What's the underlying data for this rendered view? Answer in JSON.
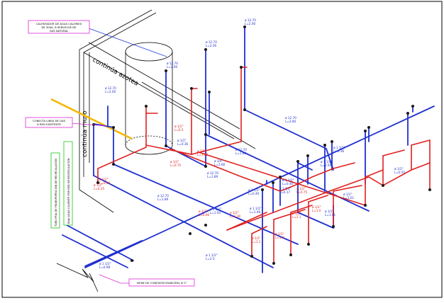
{
  "labels": {
    "heater": [
      "CALENTADOR DE AGUA CALORIEX",
      "DE 300lt, 8 SERVICIOS DE",
      "GAS NATURAL"
    ],
    "gas": [
      "CONECTA LINEA DE GAS",
      "A RED EXISTENTE"
    ],
    "main": "VIENE DE CONEXIÓN MUNICIPAL Ø 2\"",
    "roof": "continúa azotea",
    "wall": "continúa muro",
    "vertical_1": "TUBO FRIA DE TRANSPORTACIÓN DE RECIRCULACIÓN",
    "vertical_2": "BAJA AGUA CALIENTE POR RED DE RECIRCULACIÓN"
  },
  "pipe_tags": [
    {
      "d": "ø 12.70",
      "l": "L=2.00",
      "c": "blue"
    },
    {
      "d": "ø 12.70",
      "l": "L=2.00",
      "c": "blue"
    },
    {
      "d": "ø 12.70",
      "l": "L=2.00",
      "c": "blue"
    },
    {
      "d": "ø 12.70",
      "l": "L=2.00",
      "c": "blue"
    },
    {
      "d": "ø 12.70",
      "l": "L=2.80",
      "c": "blue"
    },
    {
      "d": "ø 12.70",
      "l": "L=1.89",
      "c": "blue"
    },
    {
      "d": "ø 12.70",
      "l": "L=1.89",
      "c": "blue"
    },
    {
      "d": "ø 12.70",
      "l": "L=1.89",
      "c": "blue"
    },
    {
      "d": "ø 3/4\"",
      "l": "L=2.66",
      "c": "blue"
    },
    {
      "d": "ø 1/2\"",
      "l": "L=0.25",
      "c": "red"
    },
    {
      "d": "ø 1/2\"",
      "l": "L=0.75",
      "c": "red"
    },
    {
      "d": "ø 1/2\"",
      "l": "L=1.09",
      "c": "red"
    },
    {
      "d": "ø 1/2\"",
      "l": "L=0.36",
      "c": "red"
    },
    {
      "d": "ø 1/2\"",
      "l": "L=0.5",
      "c": "red"
    },
    {
      "d": "ø 1/2\"",
      "l": "L=0.36",
      "c": "blue"
    },
    {
      "d": "ø 1/2\"",
      "l": "L=0.75",
      "c": "red"
    },
    {
      "d": "ø 1/2\"",
      "l": "L=1.1",
      "c": "red"
    },
    {
      "d": "ø 1/2\"",
      "l": "L=1.0",
      "c": "red"
    },
    {
      "d": "ø 1/2\"",
      "l": "L=1.30",
      "c": "red"
    },
    {
      "d": "ø 1/2\"",
      "l": "L=0.60",
      "c": "red"
    },
    {
      "d": "ø 1/2\"",
      "l": "L=1.1",
      "c": "red"
    },
    {
      "d": "ø 1/2\"",
      "l": "L=1.0",
      "c": "red"
    },
    {
      "d": "ø 1/2\"",
      "l": "L=1.01",
      "c": "blue"
    },
    {
      "d": "ø 1/2\"",
      "l": "L=1.61",
      "c": "blue"
    },
    {
      "d": "ø 1/2\"",
      "l": "L=0.55",
      "c": "blue"
    },
    {
      "d": "ø 1 1/2\"",
      "l": "L=0.36",
      "c": "blue"
    },
    {
      "d": "ø 1 1/2\"",
      "l": "L=0.59",
      "c": "blue"
    },
    {
      "d": "ø 1 1/2\"",
      "l": "L=0.17",
      "c": "blue"
    },
    {
      "d": "ø 1 1/2\"",
      "l": "L=0.49",
      "c": "blue"
    },
    {
      "d": "ø 1 1/2\"",
      "l": "L=1.49",
      "c": "blue"
    },
    {
      "d": "ø 1 1/2\"",
      "l": "L=1.93",
      "c": "blue"
    },
    {
      "d": "ø 1 1/2\"",
      "l": "L=2.5",
      "c": "blue"
    },
    {
      "d": "ø 1 1/2\"",
      "l": "L=0.98",
      "c": "blue"
    },
    {
      "d": "ø 1 1/2\"",
      "l": "L=0.40",
      "c": "blue"
    }
  ],
  "colors": {
    "cold": "#1f2fd0",
    "hot": "#e02020",
    "gas": "#f5b800",
    "callout_pink": "#e028d8",
    "callout_green": "#20c020",
    "callout_blue": "#2040e0",
    "fitting": "#1a1a1a"
  }
}
